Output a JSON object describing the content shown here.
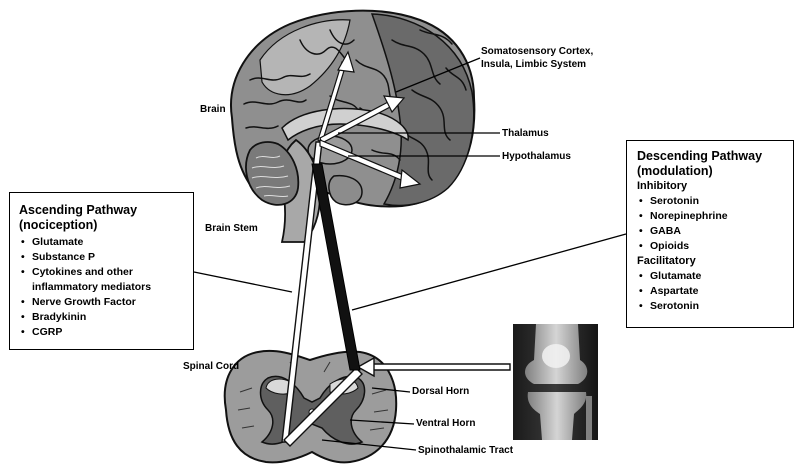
{
  "labels": {
    "brain": "Brain",
    "brain_stem": "Brain Stem",
    "spinal_cord": "Spinal Cord",
    "somatosensory_line1": "Somatosensory Cortex,",
    "somatosensory_line2": "Insula, Limbic System",
    "thalamus": "Thalamus",
    "hypothalamus": "Hypothalamus",
    "dorsal_horn": "Dorsal Horn",
    "ventral_horn": "Ventral Horn",
    "spinothalamic_tract": "Spinothalamic Tract"
  },
  "ascending": {
    "title_line1": "Ascending Pathway",
    "title_line2": "(nociception)",
    "items": [
      "Glutamate",
      "Substance P",
      "Cytokines and other",
      "Nerve Growth Factor",
      "Bradykinin",
      "CGRP"
    ],
    "item3_cont": "inflammatory mediators"
  },
  "descending": {
    "title_line1": "Descending Pathway",
    "title_line2": "(modulation)",
    "inhibitory_heading": "Inhibitory",
    "inhibitory_items": [
      "Serotonin",
      "Norepinephrine",
      "GABA",
      "Opioids"
    ],
    "facilitatory_heading": "Facilitatory",
    "facilitatory_items": [
      "Glutamate",
      "Aspartate",
      "Serotonin"
    ]
  },
  "colors": {
    "brain_dark": "#5a5a5a",
    "brain_mid": "#8c8c8c",
    "brain_light": "#bdbdbd",
    "descending_bar": "#111111",
    "ascending_tract": "#ffffff"
  }
}
